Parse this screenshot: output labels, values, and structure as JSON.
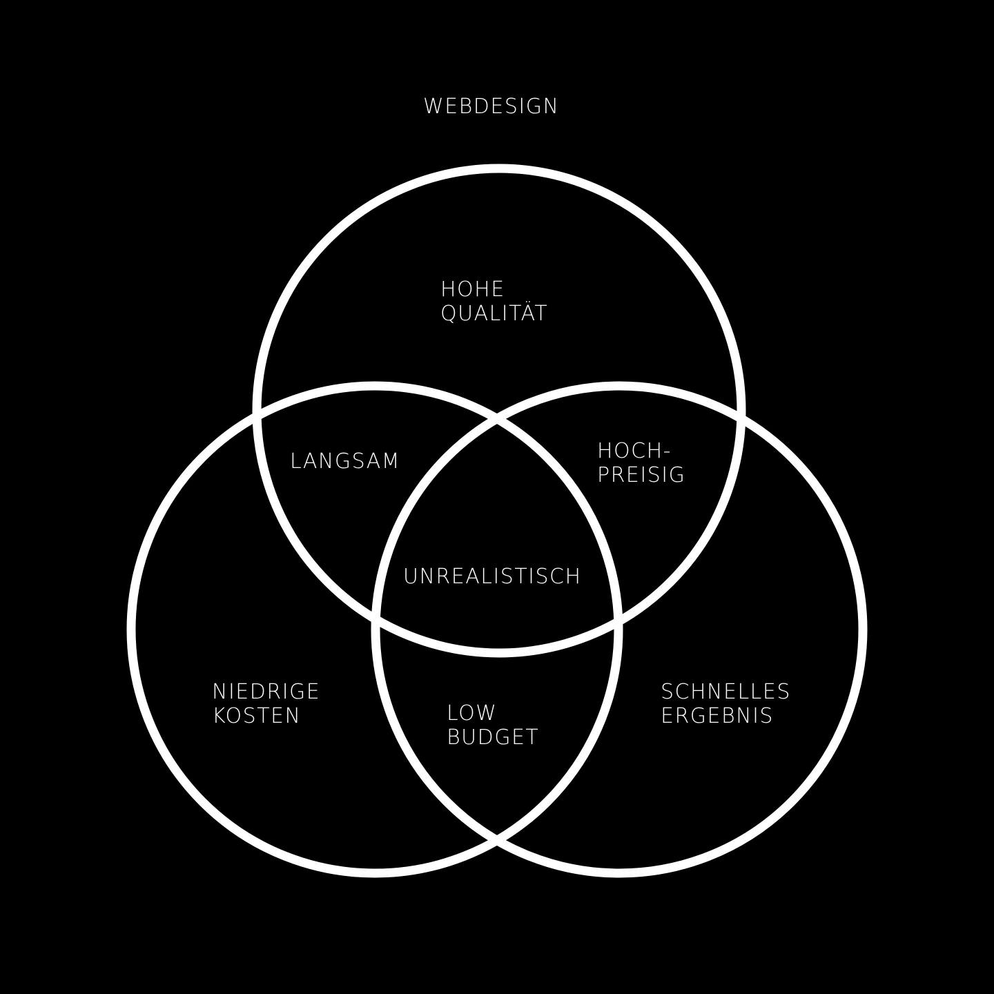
{
  "title": "WEBDESIGN",
  "colors": {
    "background": "#000000",
    "stroke": "#ffffff",
    "text": "#ffffff"
  },
  "sets": {
    "quality": [
      "HOHE",
      "QUALITÄT"
    ],
    "cost": [
      "NIEDRIGE",
      "KOSTEN"
    ],
    "speed": [
      "SCHNELLES",
      "ERGEBNIS"
    ]
  },
  "intersections": {
    "quality_cost": "LANGSAM",
    "quality_speed": [
      "HOCH-",
      "PREISIG"
    ],
    "cost_speed": [
      "LOW",
      "BUDGET"
    ],
    "all": "UNREALISTISCH"
  }
}
